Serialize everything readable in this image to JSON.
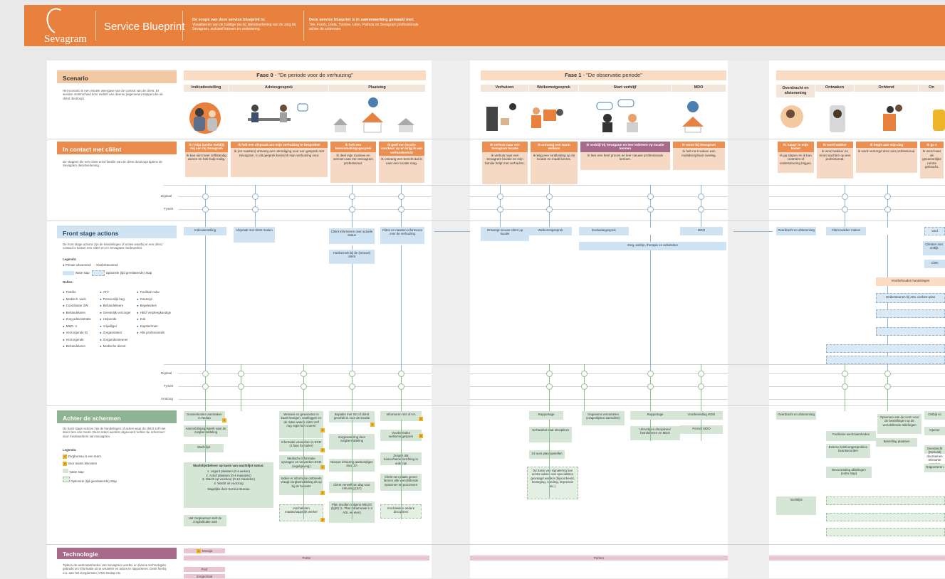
{
  "header": {
    "logo_text": "Sevagram",
    "title": "Service Blueprint",
    "scope_heading": "De scope van deze service blueprint is:",
    "scope_text": "Visualiseren van de huidige (as-is) dienstverlening van de zorg bij Sevagram, inclusief kansen en verbetering.",
    "collab_heading": "Deze service blueprint is in samenwerking gemaakt met:",
    "collab_text": "Tim, Frank, Linda, Yvonne, Léon, Patricia en Sevagram professionals achter de schermen"
  },
  "sections": {
    "scenario": {
      "title": "Scenario",
      "text": "Het scenario is een visuele weergave van de context van de cliënt. Er worden onderscheid door middel van diverse (algemene) stappen die de cliënt doorloopt."
    },
    "contact": {
      "title": "In contact met cliënt",
      "text": "De stappen die een cliënt en/of familie van de cliënt doorloopt tijdens de Sevagram dienstverlening."
    },
    "front": {
      "title": "Front stage actions",
      "text": "De front stage actions zijn de handelingen of acties waarbij er een direct contact is tussen een cliënt en en Sevagram medewerker."
    },
    "back": {
      "title": "Achter de schermen",
      "text": "De back stage actions zijn de handelingen of acties waar de cliënt zelf niet direct iets van merkt. Deze acties worden uitgevoerd 'achter de schermen' door medewerkers van Sevagram."
    },
    "tech": {
      "title": "Technologie",
      "text": "Tijdens de werkzaamheden van Sevagram worden er diverse technologiën gebruikt om informatie uit te wisselen en acties te rapporteren. Denk hierbij o.a. aan het Zorgdomein, ONS Nedap etc."
    }
  },
  "legend": {
    "heading": "Legenda:",
    "primary": "Primair uitvoerend",
    "support": "Ondersteunend",
    "fixed": "Vaste stap",
    "optional": "Optionele (tijd gerelateerde) Stap",
    "roles_heading": "Rollen:",
    "roles": [
      "Familie",
      "Medisch. werk",
      "Coördinator ZW",
      "Behandelaren",
      "Zorg administratie",
      "MBO- V",
      "Verzorgende IG",
      "Verzorgende",
      "Behandelaren",
      "ATV",
      "Persoonlijk beg.",
      "Behandelteam",
      "Geestelijk verzorger",
      "Helpende",
      "Vrijwilliger",
      "Zorgassistent",
      "Zorgondersteuner",
      "Medische dienst",
      "Facilitair mdw.",
      "Gastvrije",
      "Begeleiders",
      "HBO Verpleegkundige",
      "Kok",
      "Kapster/man",
      "Alle professionals"
    ],
    "back_heading": "Legenda:",
    "back_items": [
      "Zorgbureau is een team",
      "Voor teams bliensten",
      "Vaste stap",
      "Optionele (tijd gerelateerde) Stap"
    ]
  },
  "phases": [
    {
      "title": "Fase 0",
      "subtitle": " - \"De periode voor de verhuizing\""
    },
    {
      "title": "Fase 1",
      "subtitle": " - \"De observatie periode\""
    }
  ],
  "steps": [
    "Indicatiestelling",
    "Adviesgesprek",
    "Plaatsing",
    "Verhuizen",
    "Welkomstgesprek",
    "Start verblijf",
    "MDO",
    "Overdracht en afstemming",
    "Ontwaken",
    "Ochtend",
    "On"
  ],
  "channels": {
    "digitaal": "Digitaal",
    "fysiek": "Fysiek",
    "analoog": "Analoog"
  },
  "quotes": [
    {
      "h": "Ik / mijn familie meld(t) mij aan bij Sevagram",
      "t": "Ik kan niet meer zelfstandig wonen en heb hulp nodig."
    },
    {
      "h": "Ik heb een afspraak om mijn verhuizing te bespreken",
      "t": "Ik (en naasten) ontvang een uitnodiging voor een gesprek met Sevagram. In dit gesprek bereid ik mijn verhuizing voor."
    },
    {
      "h": "Ik heb een kennismakingsgesprek",
      "t": "Ik deel mijn routines en wensen aan een Sevagram professional."
    },
    {
      "h": "Ik geef een locatie voorkeur op en krijg ik een verhuisbericht",
      "t": "Ik ontvang een bericht dat ik naar een locatie mag."
    },
    {
      "h": "Ik verhuis naar een Sevagram locatie",
      "t": "Ik verhuis naar een Sevagram locatie en mijn familie helpt met verhuizen."
    },
    {
      "h": "Ik ontvang een warm welkom",
      "t": "Ik krijg een rondleiding op de locatie en maak kennis."
    },
    {
      "h": "Ik verblijf bij Sevagram en leer iedereen op locatie kennen",
      "t": "Ik leer een heel proces en leer nieuwe professionals kennen."
    },
    {
      "h": "Ik woon bij Sevagram",
      "t": "Ik heb na 6 weken een multidisciplinair overleg."
    },
    {
      "h": "Ik 'slaap' in mijn kamer",
      "t": "Ik ga slapen en ik kan controles of ondersteuning krijgen."
    },
    {
      "h": "Ik word wakker",
      "t": "Ik word wakker en moet wachten op een professional."
    },
    {
      "h": "Ik begin aan mijn dag",
      "t": "Ik word verzorgd door een professional."
    },
    {
      "h": "Ik ga e",
      "t": "Ik word naar de gezamenlijke ruimte gebracht."
    }
  ],
  "front_actions": [
    "Indicatiestelling",
    "Afspraak met cliënt maken",
    "Cliënt informeren over actuele status",
    "Cliënt en naasten informeren over de verhuizing",
    "Huisbezoek bij de (nieuwe) cliënt",
    "Ontvangt nieuwe cliënt op locatie",
    "Welkomstgesprek",
    "Evaluatiegesprek",
    "MDO",
    "Zorg, welzijn, therapie en activiteiten",
    "Overdracht en afstemming",
    "Cliënt wakker maken",
    "Ond",
    "Cliënten met ontbijt",
    "Cliën",
    "Voorbehouden handelingen",
    "Ondersteunen bij ADL conform plan"
  ],
  "back_actions": [
    "Dossierkosten aanmaken in Nedap",
    "Aanmeldingsgesprek naar de zorgbemiddeling",
    "Wachtlijst",
    "Wachtlijstbeheer op basis van wachtlijst status:",
    "1. Urgent plaatsen (0-4 weken)",
    "2. Actief plaatsen (0-4 maanden)",
    "3. Wacht op voorkeur (0-12 maanden)",
    "4. Wacht uit voorzorg",
    "Dagelijks door Service Bureau",
    "Het zorgkantoor stelt de zorgindicatie vast",
    "Wensen en gewoonten in kaart brengen, vastleggen en de mate waarin cliënt zelf nog regie kan voeren",
    "Informatie verwerken in ECD (1 fase formulier)",
    "Medische informatie opvragen en verwerken ECD (regelgeving)",
    "Indien er informatie ontbreekt vraagt zorgbemiddeling dit op bij de huisarts",
    "Inschakelen maatschappelijk werker",
    "Bepalen met SO of cliënt geschikt is voor de locatie",
    "Zorgtoewijzing door zorgbemiddeling",
    "Nieuwe inhuizing aankondigen door ZA",
    "Cliënt verwelkom dag voor inhuizing (ZA)",
    "Plan invullen volgens MIKZO (light) (1. Plan intramuraal 1-2 ADL en eten)",
    "Informeren SO of HA",
    "Voorbereiden welkomstgesprek",
    "Zorgen dat kamer/kamerinrichting in orde zijn",
    "Cliënt een plaats geven binnen alle verschillende systemen en processen",
    "Inschakelen andere disciplines",
    "Rapportage",
    "Verhaal/ral naar disciplines",
    "24-uurs plan opstellen",
    "Op basis van signalering kan eerste advies van specialisten gevraagd worden (bijvoorbeeld, beweging, voeding, depressie etc.)",
    "Gegevens verzamelen (vragenlijsten aanvullen)",
    "Rapportage",
    "Uitnodigen disciplines/ betrokkenen en MDO",
    "Voorbereiding MDO",
    "Format MDO",
    "Overdracht en afstemming",
    "Facilitaire werkzaamheden",
    "Externe telefoongesprekken beantwoorden",
    "Bevoorrading afdelingen (extra stap)",
    "Opnemen van de room voor de bestellingen op de verschillende afdelingen",
    "Bestelling plaatsen",
    "Ontbijt vo",
    "Opener",
    "Kasco",
    "Overdracht (Gericalt) doornemen relevante signalen cliënten",
    "Rapporteren",
    "Vochtlijst"
  ],
  "tech": {
    "rows": [
      "Mevaja",
      "Porter",
      "Post",
      "Zorgportaal"
    ],
    "bar": "Portero"
  }
}
